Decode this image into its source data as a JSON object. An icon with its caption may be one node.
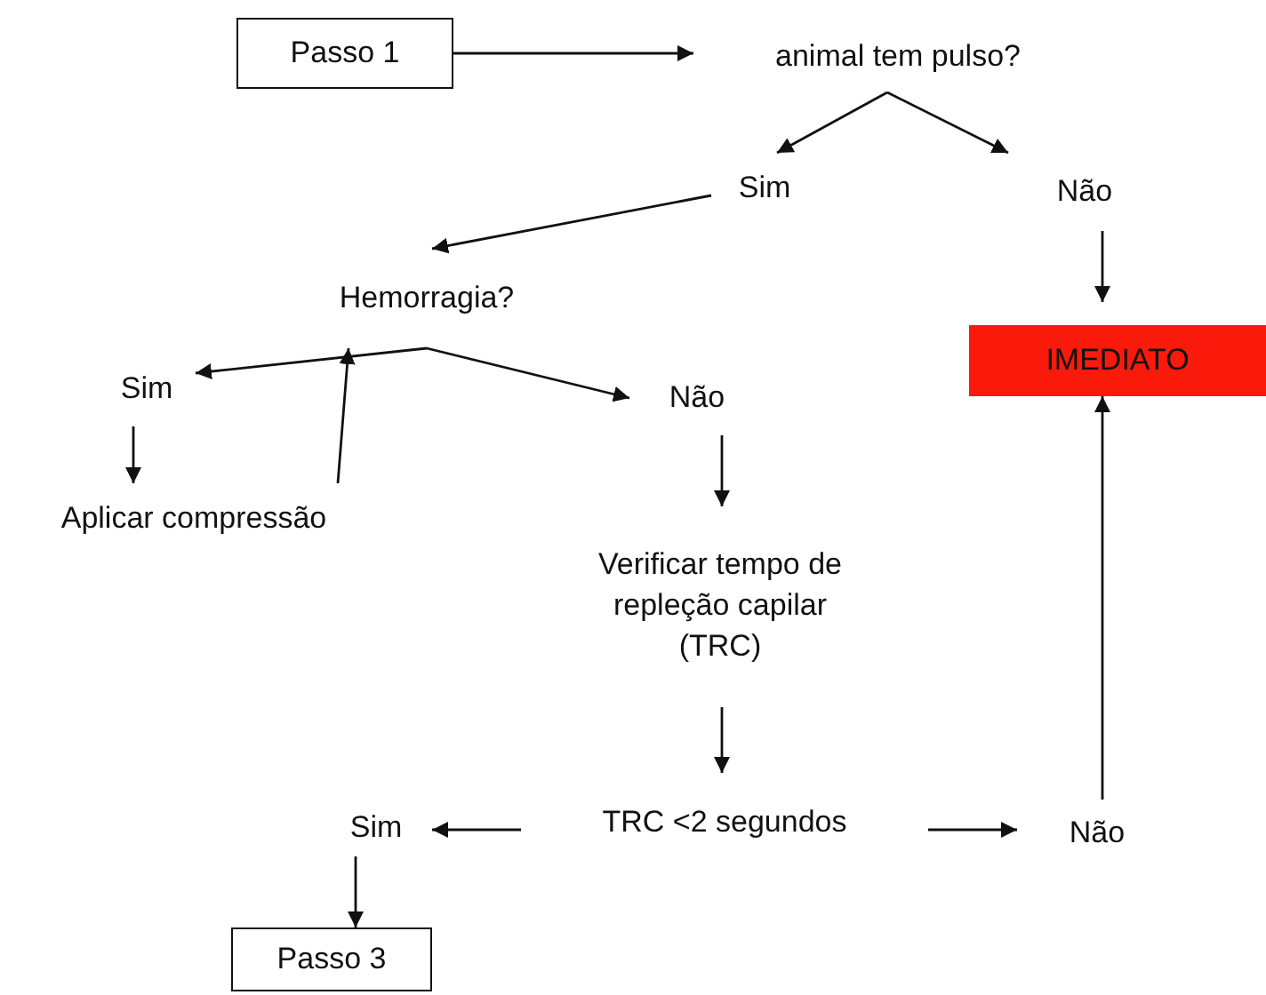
{
  "diagram": {
    "nodes": [
      {
        "text": [
          "Passo 1"
        ]
      },
      {
        "text": [
          "animal tem pulso?"
        ]
      },
      {
        "text": [
          "Sim"
        ]
      },
      {
        "text": [
          "Não"
        ]
      },
      {
        "text": [
          "IMEDIATO"
        ]
      },
      {
        "text": [
          "Hemorragia?"
        ]
      },
      {
        "text": [
          "Sim"
        ]
      },
      {
        "text": [
          "Não"
        ]
      },
      {
        "text": [
          "Aplicar compressão"
        ]
      },
      {
        "text": [
          "Verificar tempo de repleção capilar (TRC)"
        ]
      },
      {
        "text": [
          "TRC <2 segundos"
        ]
      },
      {
        "text": [
          "Sim"
        ]
      },
      {
        "text": [
          "Não"
        ]
      },
      {
        "text": [
          "Passo 3"
        ]
      }
    ],
    "edges": [
      {
        "from": 0,
        "to": 1,
        "arrow": "to"
      },
      {
        "from": 1,
        "to": 2,
        "arrow": "to"
      },
      {
        "from": 1,
        "to": 3,
        "arrow": "to"
      },
      {
        "from": 2,
        "to": 5,
        "arrow": "to"
      },
      {
        "from": 3,
        "to": 4,
        "arrow": "to"
      },
      {
        "from": 5,
        "to": 6,
        "arrow": "to"
      },
      {
        "from": 5,
        "to": 7,
        "arrow": "to"
      },
      {
        "from": 6,
        "to": 8,
        "arrow": "to"
      },
      {
        "from": 8,
        "to": 5,
        "arrow": "to"
      },
      {
        "from": 7,
        "to": 9,
        "arrow": "to"
      },
      {
        "from": 9,
        "to": 10,
        "arrow": "to"
      },
      {
        "from": 10,
        "to": 11,
        "arrow": "to"
      },
      {
        "from": 10,
        "to": 12,
        "arrow": "to"
      },
      {
        "from": 11,
        "to": 13,
        "arrow": "to"
      },
      {
        "from": 12,
        "to": 4,
        "arrow": "to"
      }
    ]
  }
}
